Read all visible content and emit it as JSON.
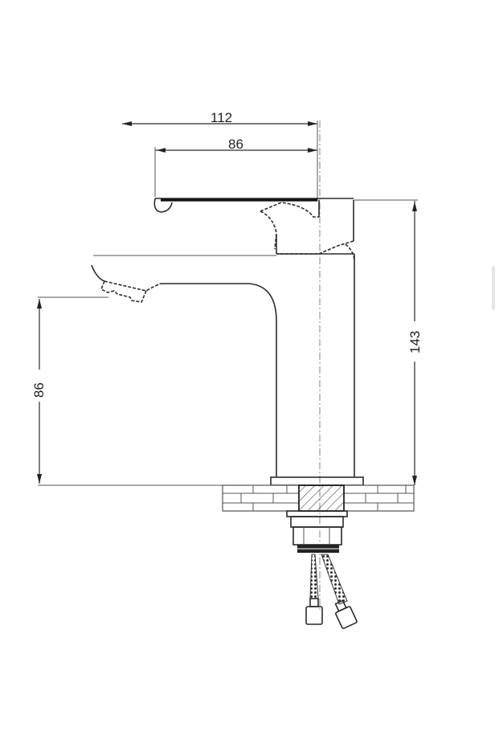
{
  "drawing": {
    "title": "Basin mixer faucet technical side-view dimension drawing",
    "units": "mm",
    "line_color": "#2a2a2a",
    "background": "#ffffff"
  },
  "dimensions": {
    "total_reach": {
      "label": "112",
      "orientation": "horizontal"
    },
    "handle_reach": {
      "label": "86",
      "orientation": "horizontal"
    },
    "total_height": {
      "label": "143",
      "orientation": "vertical"
    },
    "spout_height": {
      "label": "86",
      "orientation": "vertical"
    }
  },
  "components": {
    "handle": "lever-handle",
    "body": "faucet-body",
    "spout": "spout-with-aerator",
    "base": "base-flange",
    "countertop": "countertop-brick-section",
    "mount": "mounting-shank-nut",
    "hoses": "braided-flex-hoses"
  }
}
